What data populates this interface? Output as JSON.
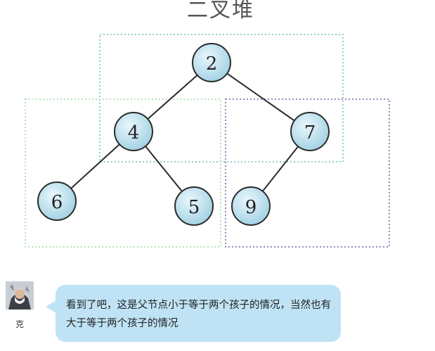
{
  "diagram": {
    "title": "二叉堆",
    "nodes": [
      {
        "id": "n2",
        "label": "2"
      },
      {
        "id": "n4",
        "label": "4"
      },
      {
        "id": "n7",
        "label": "7"
      },
      {
        "id": "n6",
        "label": "6"
      },
      {
        "id": "n5",
        "label": "5"
      },
      {
        "id": "n9",
        "label": "9"
      }
    ],
    "edges": [
      {
        "from": "n2",
        "to": "n4"
      },
      {
        "from": "n2",
        "to": "n7"
      },
      {
        "from": "n4",
        "to": "n6"
      },
      {
        "from": "n4",
        "to": "n5"
      },
      {
        "from": "n7",
        "to": "n9"
      }
    ],
    "colors": {
      "node_fill_light": "#e8f6fb",
      "node_fill_dark": "#9fd0e2",
      "node_stroke": "#2b2b2b",
      "edge": "#2b2b2b",
      "box_top": "#8fd0c8",
      "box_left": "#b8e2b8",
      "box_right": "#9a86b8"
    }
  },
  "chat": {
    "user_name": "克",
    "message": "看到了吧，这是父节点小于等于两个孩子的情况，当然也有大于等于两个孩子的情况",
    "bubble_color": "#bfe3f5"
  }
}
